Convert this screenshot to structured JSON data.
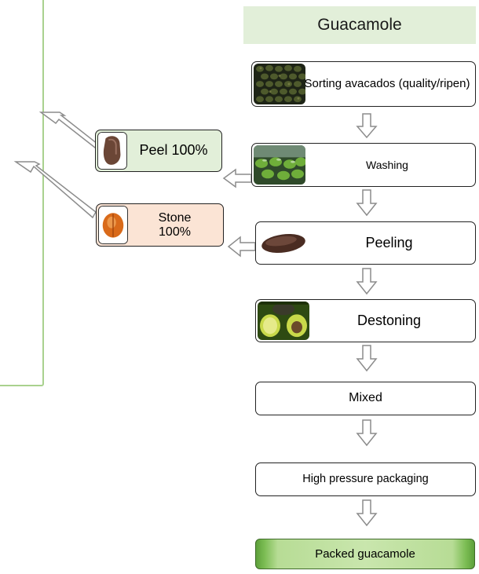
{
  "title": "Guacamole",
  "steps": [
    {
      "id": "sorting",
      "label": "Sorting avacados (quality/ripen)",
      "icon": "avocado-pile-photo"
    },
    {
      "id": "washing",
      "label": "Washing",
      "icon": "avocado-washing-photo"
    },
    {
      "id": "peeling",
      "label": "Peeling",
      "icon": "avocado-peel-photo"
    },
    {
      "id": "destoning",
      "label": "Destoning",
      "icon": "avocado-halves-photo"
    },
    {
      "id": "mixed",
      "label": "Mixed"
    },
    {
      "id": "hpp",
      "label": "High pressure packaging"
    }
  ],
  "final_product": "Packed guacamole",
  "by_products": [
    {
      "id": "peel",
      "label": "Peel 100%",
      "icon": "avocado-peel-photo",
      "color": "#e2efd9"
    },
    {
      "id": "stone",
      "label": "Stone 100%",
      "icon": "avocado-stone-photo",
      "color": "#fbe4d5"
    }
  ],
  "colors": {
    "title_bg": "#e2efd9",
    "side_panel_border": "#a9d18e",
    "final_fill": "#c9e6ad",
    "arrow_fill": "#ffffff",
    "arrow_stroke": "#8c8c8c"
  }
}
